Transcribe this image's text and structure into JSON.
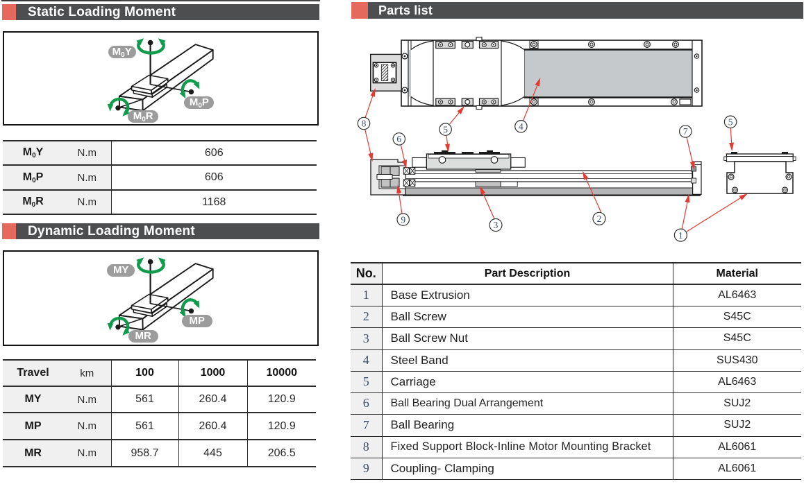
{
  "theme": {
    "accent_red": "#e5695d",
    "bar_gray": "#4d4e50",
    "cell_gray": "#f0f0f0",
    "pill_gray": "#9c9c9c",
    "arrow_green": "#0f9b4b",
    "leader_red": "#e23b33",
    "band_gray": "#c5c9cc",
    "base_gray": "#b3b5b6"
  },
  "sections": {
    "static": {
      "title": "Static Loading Moment"
    },
    "dynamic": {
      "title": "Dynamic Loading Moment"
    },
    "parts": {
      "title": "Parts list"
    }
  },
  "static_diagram": {
    "labels": {
      "yaw": {
        "main": "M",
        "sub": "0",
        "tail": "Y"
      },
      "pitch": {
        "main": "M",
        "sub": "0",
        "tail": "P"
      },
      "roll": {
        "main": "M",
        "sub": "0",
        "tail": "R"
      }
    }
  },
  "dynamic_diagram": {
    "labels": {
      "yaw": {
        "main": "MY",
        "sub": "",
        "tail": ""
      },
      "pitch": {
        "main": "MP",
        "sub": "",
        "tail": ""
      },
      "roll": {
        "main": "MR",
        "sub": "",
        "tail": ""
      }
    }
  },
  "static_table": {
    "rows": [
      {
        "label": {
          "main": "M",
          "sub": "0",
          "tail": "Y"
        },
        "unit": "N.m",
        "value": "606"
      },
      {
        "label": {
          "main": "M",
          "sub": "0",
          "tail": "P"
        },
        "unit": "N.m",
        "value": "606"
      },
      {
        "label": {
          "main": "M",
          "sub": "0",
          "tail": "R"
        },
        "unit": "N.m",
        "value": "1168"
      }
    ]
  },
  "travel_table": {
    "header": {
      "label": "Travel",
      "unit": "km",
      "cols": [
        "100",
        "1000",
        "10000"
      ]
    },
    "rows": [
      {
        "label": "MY",
        "unit": "N.m",
        "values": [
          "561",
          "260.4",
          "120.9"
        ]
      },
      {
        "label": "MP",
        "unit": "N.m",
        "values": [
          "561",
          "260.4",
          "120.9"
        ]
      },
      {
        "label": "MR",
        "unit": "N.m",
        "values": [
          "958.7",
          "445",
          "206.5"
        ]
      }
    ]
  },
  "parts_table": {
    "headers": {
      "no": "No.",
      "desc": "Part Description",
      "material": "Material"
    },
    "rows": [
      {
        "no": "1",
        "desc": "Base Extrusion",
        "material": "AL6463"
      },
      {
        "no": "2",
        "desc": "Ball Screw",
        "material": "S45C"
      },
      {
        "no": "3",
        "desc": "Ball Screw Nut",
        "material": "S45C"
      },
      {
        "no": "4",
        "desc": "Steel Band",
        "material": "SUS430"
      },
      {
        "no": "5",
        "desc": "Carriage",
        "material": "AL6463"
      },
      {
        "no": "6",
        "desc": "Ball Bearing Dual Arrangement",
        "material": "SUJ2"
      },
      {
        "no": "7",
        "desc": "Ball Bearing",
        "material": "SUJ2"
      },
      {
        "no": "8",
        "desc": "Fixed Support Block-Inline Motor Mounting Bracket",
        "material": "AL6061"
      },
      {
        "no": "9",
        "desc": "Coupling- Clamping",
        "material": "AL6061"
      }
    ]
  },
  "callouts": {
    "c1": "1",
    "c2": "2",
    "c3": "3",
    "c4": "4",
    "c5a": "5",
    "c5b": "5",
    "c6": "6",
    "c7": "7",
    "c8": "8",
    "c9": "9"
  }
}
